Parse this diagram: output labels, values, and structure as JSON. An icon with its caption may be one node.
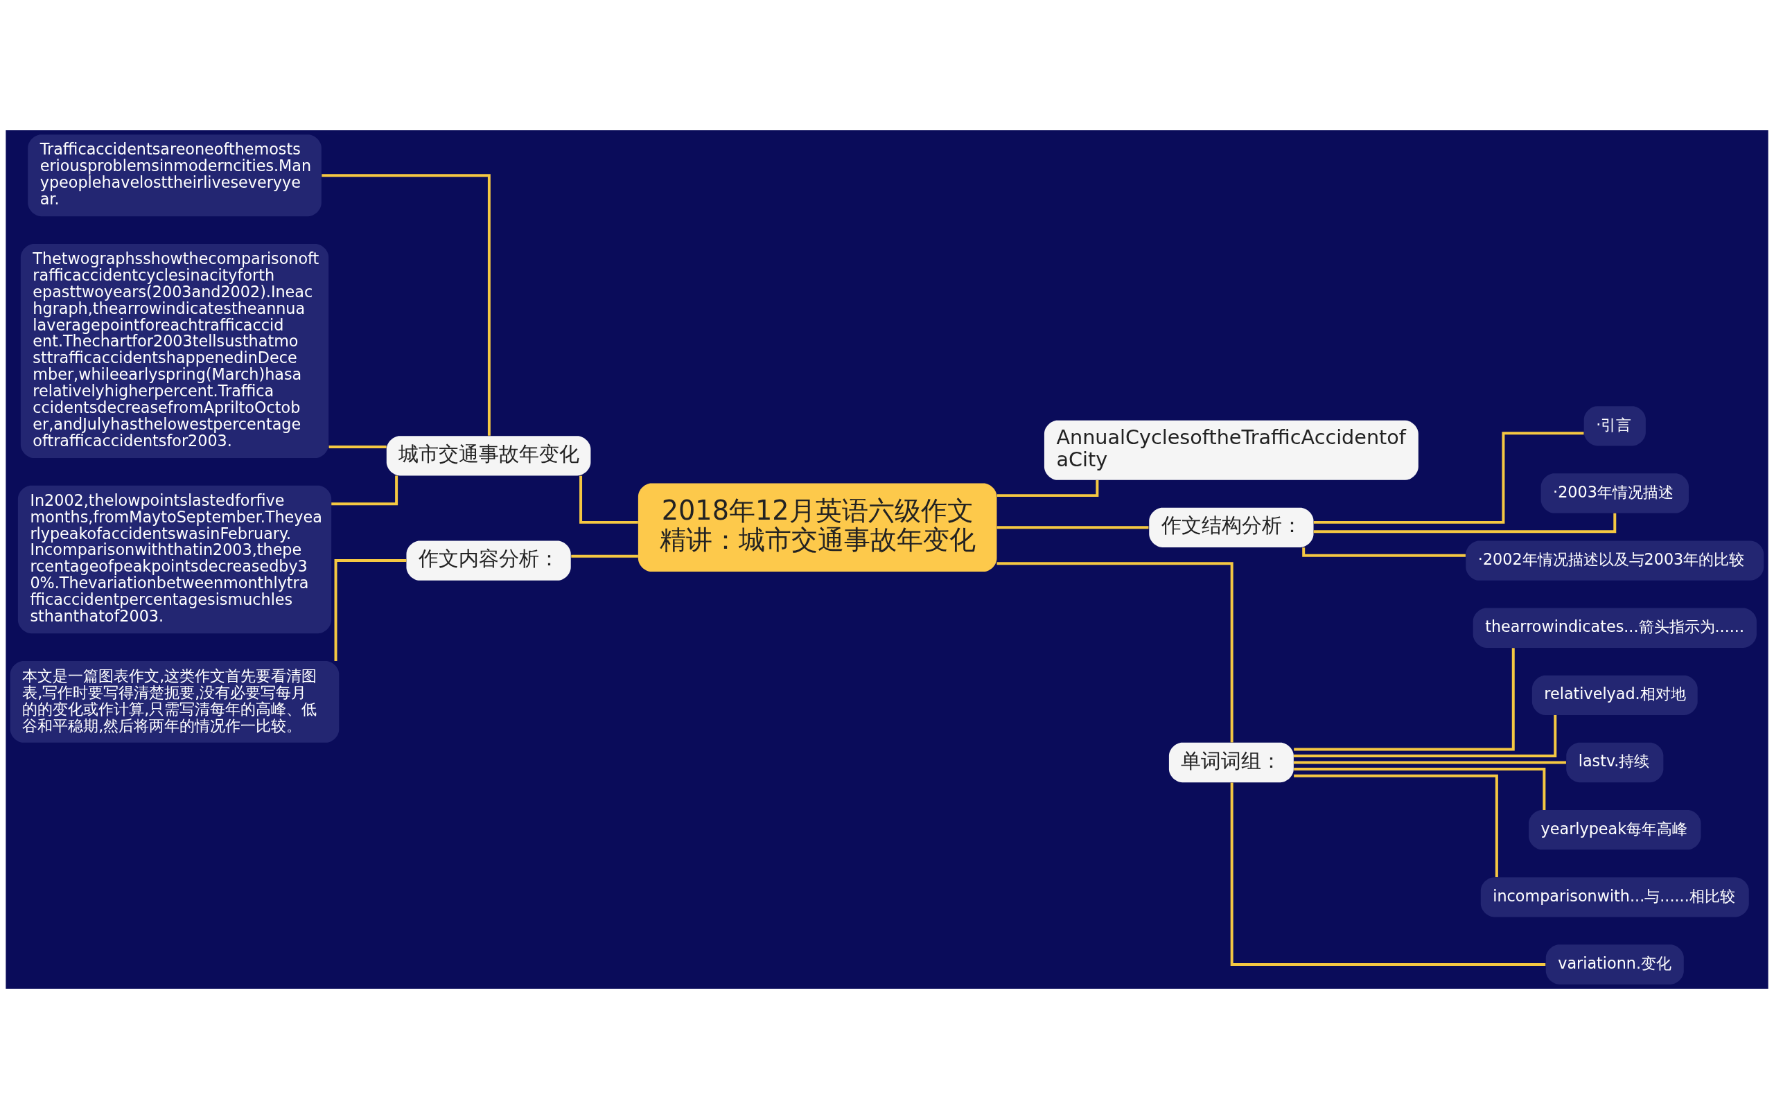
{
  "diagram": {
    "nodes": [
      {
        "text": [
          "2018年12月英语六级作文精讲：城市交通事故年变化"
        ]
      },
      {
        "text": [
          "城市交通事故年变化"
        ]
      },
      {
        "text": [
          "Trafficaccidentsareoneofthemostseriousproblemsinmoderncities.Manypeoplehavelosttheirliveseveryyear."
        ]
      },
      {
        "text": [
          "Thetwographsshowthecomparisonoftrafficaccidentcyclesinacityforthepasttwoyears(2003and2002).Ineachgraph,thearrowindicatestheannualaveragepointforeachtrafficaccident.Thechartfor2003tellsusthatmosttrafficaccidentshappenedinDecember,whileearlyspring(March)hasarelativelyhigherpercent.TrafficaccidentsdecreasefromApriltoOctober,andJulyhasthelowestpercentageoftrafficaccidentsfor2003."
        ]
      },
      {
        "text": [
          "In2002,thelowpointslastedforfivemonths,fromMaytoSeptember.TheyearlypeakofaccidentswasinFebruary.Incomparisonwiththatin2003,thepercentageofpeakpointsdecreasedby30%.Thevariationbetweenmonthlytrafficaccidentpercentagesismuchlessthanthatof2003."
        ]
      },
      {
        "text": [
          "作文内容分析："
        ]
      },
      {
        "text": [
          "本文是一篇图表作文,这类作文首先要看清图表,写作时要写得清楚扼要,没有必要写每月的的变化或作计算,只需写清每年的高峰、低谷和平稳期,然后将两年的情况作一比较。"
        ]
      },
      {
        "text": [
          "AnnualCyclesoftheTrafficAccidentofaCity"
        ]
      },
      {
        "text": [
          "作文结构分析："
        ]
      },
      {
        "text": [
          "·引言"
        ]
      },
      {
        "text": [
          "·2003年情况描述"
        ]
      },
      {
        "text": [
          "·2002年情况描述以及与2003年的比较"
        ]
      },
      {
        "text": [
          "单词词组："
        ]
      },
      {
        "text": [
          "thearrowindicates...箭头指示为......"
        ]
      },
      {
        "text": [
          "relativelyad.相对地"
        ]
      },
      {
        "text": [
          "lastv.持续"
        ]
      },
      {
        "text": [
          "yearlypeak每年高峰"
        ]
      },
      {
        "text": [
          "incomparisonwith...与......相比较"
        ]
      },
      {
        "text": [
          "variationn.变化"
        ]
      }
    ],
    "edges": [
      {
        "from": 0,
        "to": 1,
        "arrow": "none"
      },
      {
        "from": 1,
        "to": 2,
        "arrow": "none"
      },
      {
        "from": 1,
        "to": 3,
        "arrow": "none"
      },
      {
        "from": 1,
        "to": 4,
        "arrow": "none"
      },
      {
        "from": 0,
        "to": 5,
        "arrow": "none"
      },
      {
        "from": 5,
        "to": 6,
        "arrow": "none"
      },
      {
        "from": 0,
        "to": 7,
        "arrow": "none"
      },
      {
        "from": 0,
        "to": 8,
        "arrow": "none"
      },
      {
        "from": 8,
        "to": 9,
        "arrow": "none"
      },
      {
        "from": 8,
        "to": 10,
        "arrow": "none"
      },
      {
        "from": 8,
        "to": 11,
        "arrow": "none"
      },
      {
        "from": 0,
        "to": 12,
        "arrow": "none"
      },
      {
        "from": 12,
        "to": 13,
        "arrow": "none"
      },
      {
        "from": 12,
        "to": 14,
        "arrow": "none"
      },
      {
        "from": 12,
        "to": 15,
        "arrow": "none"
      },
      {
        "from": 12,
        "to": 16,
        "arrow": "none"
      },
      {
        "from": 12,
        "to": 17,
        "arrow": "none"
      },
      {
        "from": 12,
        "to": 18,
        "arrow": "none"
      }
    ]
  }
}
